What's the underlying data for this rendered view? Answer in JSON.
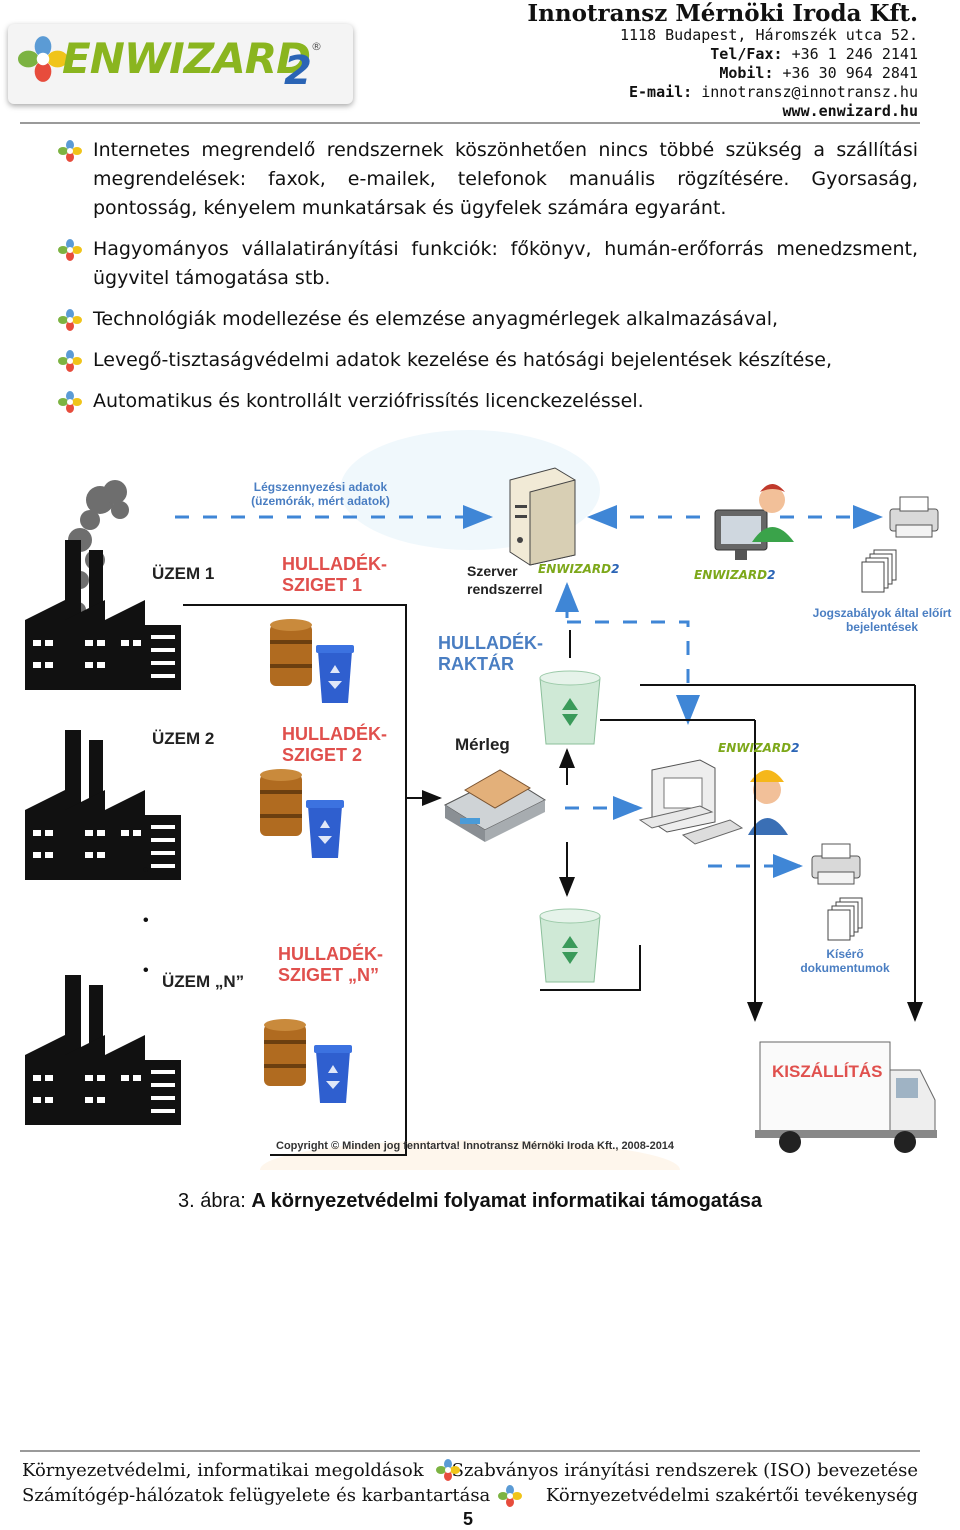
{
  "header": {
    "logo_text": "ENWIZARD",
    "logo_number": "2",
    "logo_reg": "®",
    "company_name": "Innotransz Mérnöki Iroda Kft.",
    "address": "1118 Budapest, Háromszék utca 52.",
    "telfax_label": "Tel/Fax:",
    "telfax_value": "+36 1 246 2141",
    "mobil_label": "Mobil:",
    "mobil_value": "+36 30 964 2841",
    "email_label": "E-mail:",
    "email_value": "innotransz@innotransz.hu",
    "website": "www.enwizard.hu"
  },
  "bullets": [
    "Internetes megrendelő rendszernek köszönhetően nincs többé szükség a szállítási megrendelések: faxok, e-mailek, telefonok manuális rögzítésére. Gyorsaság, pontosság, kényelem munkatársak és ügyfelek számára egyaránt.",
    "Hagyományos vállalatirányítási funkciók: főkönyv, humán-erőforrás menedzsment, ügyvitel támogatása stb.",
    "Technológiák modellezése és elemzése anyagmérlegek alkalmazásával,",
    "Levegő-tisztaságvédelmi adatok kezelése és hatósági bejelentések készítése,",
    "Automatikus és kontrollált verziófrissítés licenckezeléssel."
  ],
  "diagram": {
    "air_data_line1": "Légszennyezési adatok",
    "air_data_line2": "(üzemórák, mért adatok)",
    "plant1": "ÜZEM 1",
    "plant2": "ÜZEM 2",
    "plantN": "ÜZEM „N”",
    "island1_line1": "HULLADÉK-",
    "island1_line2": "SZIGET 1",
    "island2_line1": "HULLADÉK-",
    "island2_line2": "SZIGET 2",
    "islandN_line1": "HULLADÉK-",
    "islandN_line2": "SZIGET „N”",
    "server_line1": "Szerver",
    "server_line2": "rendszerrel",
    "warehouse_line1": "HULLADÉK-",
    "warehouse_line2": "RAKTÁR",
    "scale": "Mérleg",
    "legal_line1": "Jogszabályok által előírt",
    "legal_line2": "bejelentések",
    "docs_line1": "Kísérő",
    "docs_line2": "dokumentumok",
    "truck": "KISZÁLLÍTÁS",
    "mini_logo": "ENWIZARD",
    "mini_logo_num": "2",
    "copyright": "Copyright © Minden jog fenntartva! Innotransz Mérnöki Iroda Kft., 2008-2014",
    "dots": [
      "•",
      "•",
      "•"
    ]
  },
  "caption": {
    "prefix": "3. ábra:",
    "title": "A környezetvédelmi folyamat informatikai támogatása"
  },
  "footer": {
    "left1": "Környezetvédelmi, informatikai megoldások",
    "left2": "Számítógép-hálózatok felügyelete és karbantartása",
    "right1": "Szabványos irányítási rendszerek (ISO) bevezetése",
    "right2": "Környezetvédelmi szakértői tevékenység",
    "page_number": "5"
  },
  "colors": {
    "logo_green": "#8ab51f",
    "logo_blue": "#2a64b5",
    "diagram_blue": "#4a7ec2",
    "diagram_red": "#e0504d",
    "arrow_blue": "#3f86d6"
  }
}
